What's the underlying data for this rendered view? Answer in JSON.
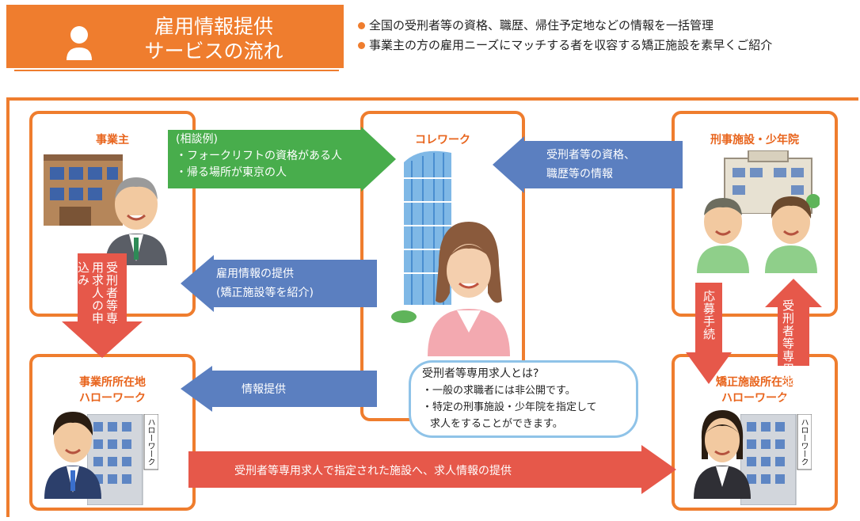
{
  "header": {
    "title_line1": "雇用情報提供",
    "title_line2": "サービスの流れ",
    "bullets": [
      "全国の受刑者等の資格、職歴、帰住予定地などの情報を一括管理",
      "事業主の方の雇用ニーズにマッチする者を収容する矯正施設を素早くご紹介"
    ]
  },
  "boxes": {
    "employer": "事業主",
    "corrework": "コレワーク",
    "facility": "刑事施設・少年院",
    "hw_employer": "事業所所在地\nハローワーク",
    "hw_facility": "矯正施設所在地\nハローワーク"
  },
  "arrows": {
    "consult_line1": "(相談例)",
    "consult_line2": "・フォークリフトの資格がある人",
    "consult_line3": "・帰る場所が東京の人",
    "facility_info_line1": "受刑者等の資格、",
    "facility_info_line2": "職歴等の情報",
    "employment_info_line1": "雇用情報の提供",
    "employment_info_line2": "(矯正施設等を紹介)",
    "info_provide": "情報提供",
    "bottom": "受刑者等専用求人で指定された施設へ、求人情報の提供",
    "apply_vertical": "受刑者等専用求人の申込み",
    "procedure_vertical": "応募手続",
    "job_vertical": "受刑者等専用求人"
  },
  "signs": {
    "hellowork": "ハローワーク"
  },
  "callout": {
    "title": "受刑者等専用求人とは?",
    "line1": "・一般の求職者には非公開です。",
    "line2": "・特定の刑事施設・少年院を指定して",
    "line3": "求人をすることができます。"
  },
  "colors": {
    "orange": "#ef7d2e",
    "green": "#48ad4c",
    "blue": "#5b7fc0",
    "red": "#e6584a"
  }
}
